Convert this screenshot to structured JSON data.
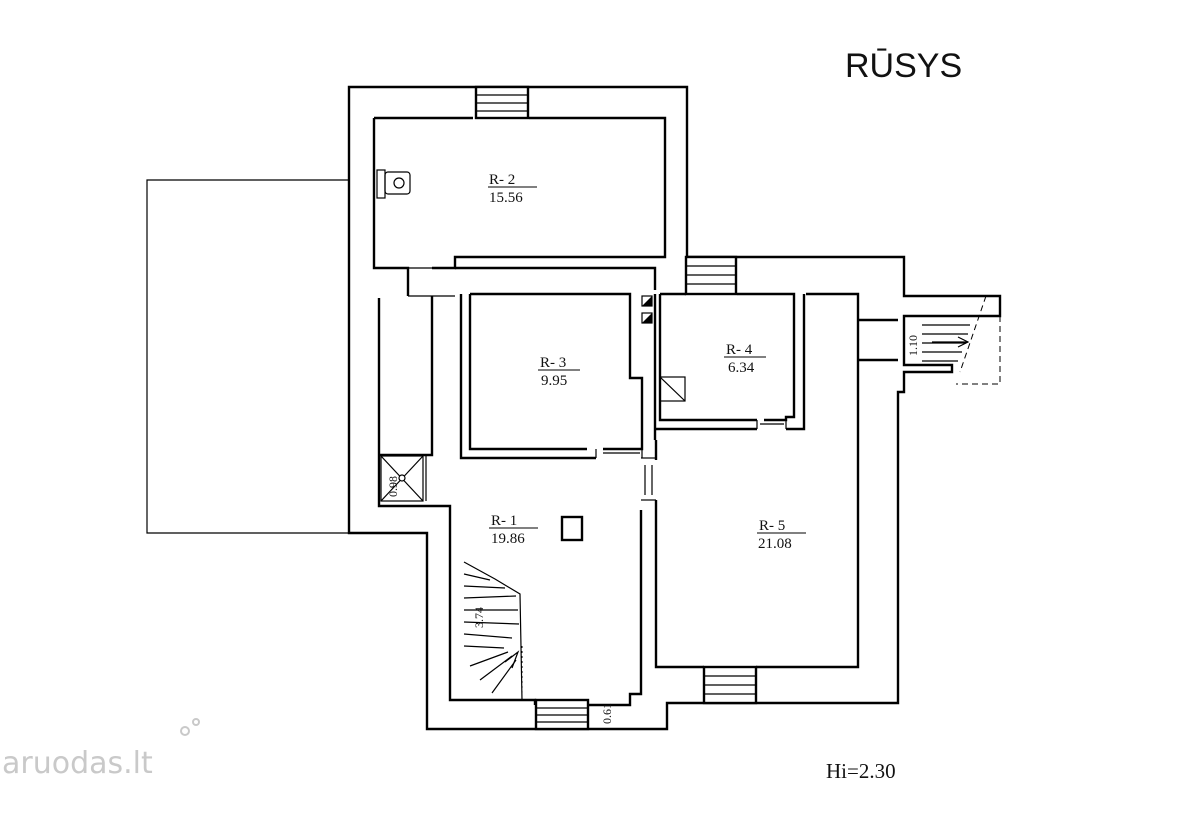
{
  "plan": {
    "title": "RŪSYS",
    "height_note": "Hi=2.30",
    "watermark": "aruodas.lt",
    "rooms": [
      {
        "id": "R- 1",
        "area": "19.86"
      },
      {
        "id": "R- 2",
        "area": "15.56"
      },
      {
        "id": "R- 3",
        "area": "9.95"
      },
      {
        "id": "R- 4",
        "area": "6.34"
      },
      {
        "id": "R- 5",
        "area": "21.08"
      }
    ],
    "dimensions": {
      "shower": "0.98",
      "stair_main": "3.74",
      "door_bottom": "0.61",
      "stair_right": "1.10"
    }
  }
}
